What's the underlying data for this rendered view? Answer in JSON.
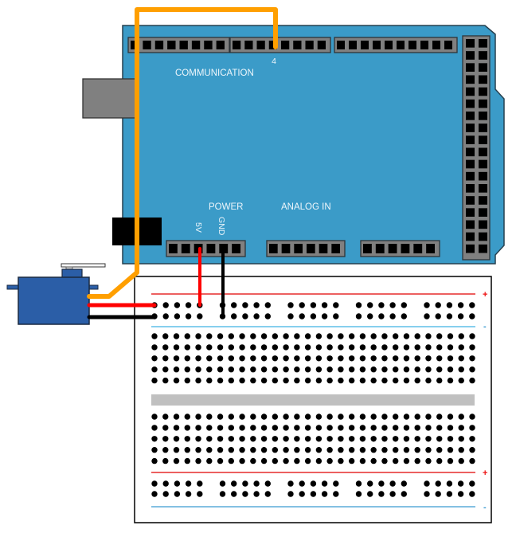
{
  "arduino": {
    "labels": {
      "communication": "COMMUNICATION",
      "pin_4": "4",
      "power": "POWER",
      "pin_5v": "5V",
      "pin_gnd": "GND",
      "analog_in": "ANALOG IN"
    },
    "top_header_pin_counts": [
      8,
      8,
      10
    ],
    "side_header": {
      "rows": 18,
      "cols": 2
    },
    "power_header_pins": 6,
    "analog_header_pin_counts": [
      6,
      6
    ],
    "colors": {
      "board": "#3b9bc8",
      "board_edge": "#26404f",
      "header": "#808080",
      "pin": "#000000",
      "usb": "#808080",
      "power_jack": "#000000",
      "label": "#eef6fb"
    }
  },
  "breadboard": {
    "columns": 30,
    "rows_per_half": 5,
    "rail_rows": 2,
    "rail_groups": 5,
    "rail_group_size": 5,
    "plus_label": "+",
    "minus_label": "-",
    "colors": {
      "body": "#ffffff",
      "hole": "#000000",
      "divider": "#c0c0c0",
      "plus_line": "#e00000",
      "minus_line_top": "#87cfee",
      "minus_line_bottom": "#3a9ad0",
      "plus_sign": "#ee1111",
      "minus_sign": "#3a9ad0"
    }
  },
  "servo": {
    "body_color": "#2b5ea7",
    "horn_color": "#ffffff",
    "spindle_color": "#cccccc"
  },
  "wires": [
    {
      "id": "signal",
      "color": "#ff9f00",
      "from": "servo",
      "to": "digital pin 4"
    },
    {
      "id": "power",
      "color": "#ff0000",
      "from": "servo",
      "to": "5V (via breadboard + rail)"
    },
    {
      "id": "ground",
      "color": "#000000",
      "from": "servo",
      "to": "GND (via breadboard - rail)"
    }
  ]
}
